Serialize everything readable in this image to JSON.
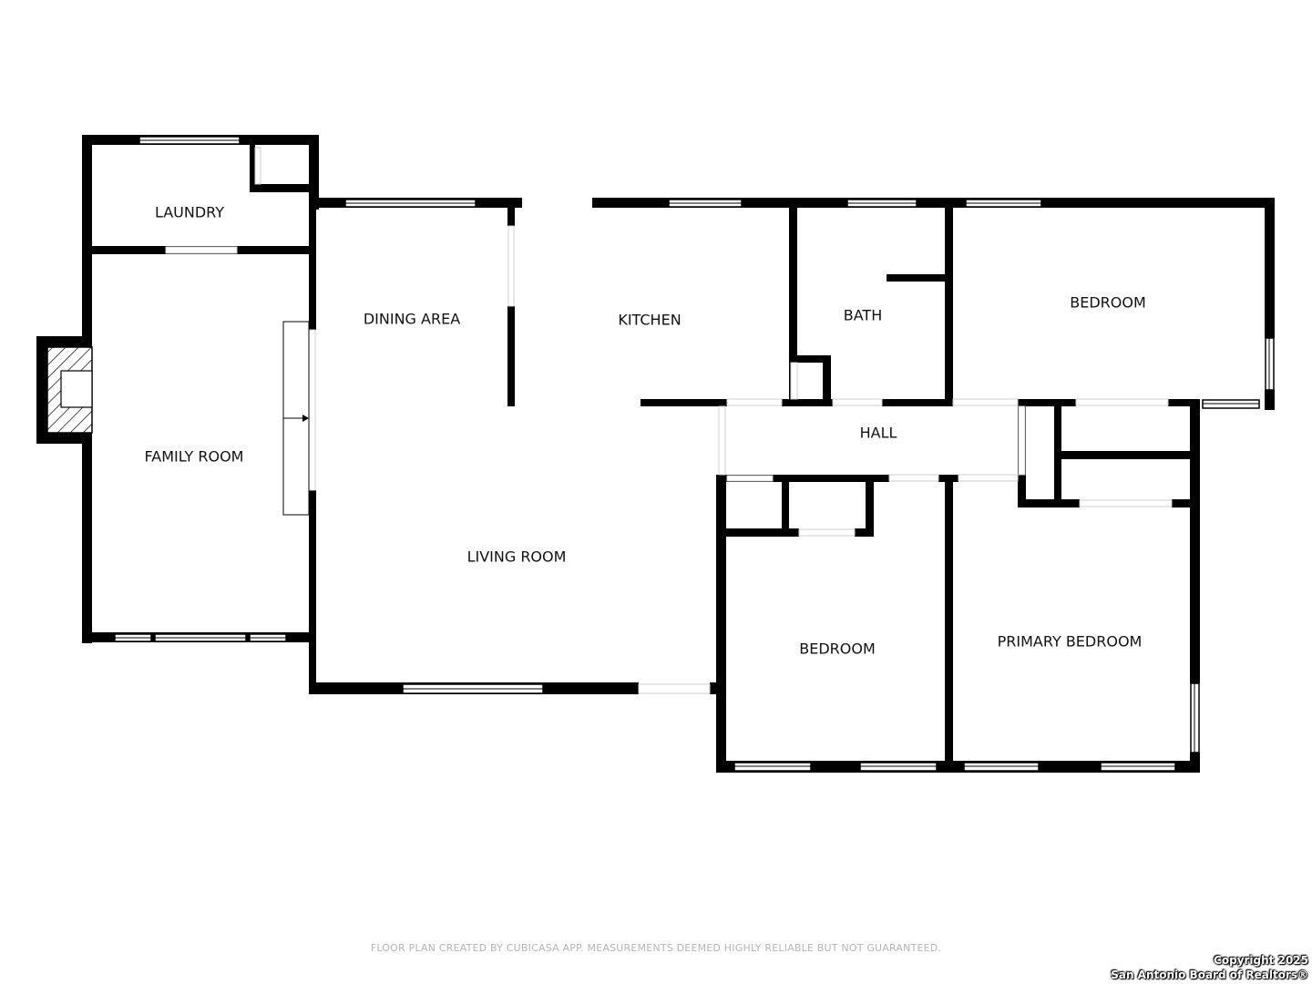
{
  "rooms": {
    "laundry": "LAUNDRY",
    "dining_area": "DINING AREA",
    "kitchen": "KITCHEN",
    "bath": "BATH",
    "bedroom_ne": "BEDROOM",
    "family_room": "FAMILY ROOM",
    "hall": "HALL",
    "living_room": "LIVING ROOM",
    "bedroom_s": "BEDROOM",
    "primary_bedroom": "PRIMARY BEDROOM"
  },
  "footer": {
    "disclaimer": "FLOOR PLAN CREATED BY CUBICASA APP. MEASUREMENTS DEEMED HIGHLY RELIABLE BUT NOT GUARANTEED."
  },
  "watermark": {
    "line1": "Copyright 2025",
    "line2": "San Antonio Board of Realtors®"
  },
  "colors": {
    "wall": "#000000",
    "background": "#ffffff",
    "footer_text": "#b5b5b5"
  }
}
